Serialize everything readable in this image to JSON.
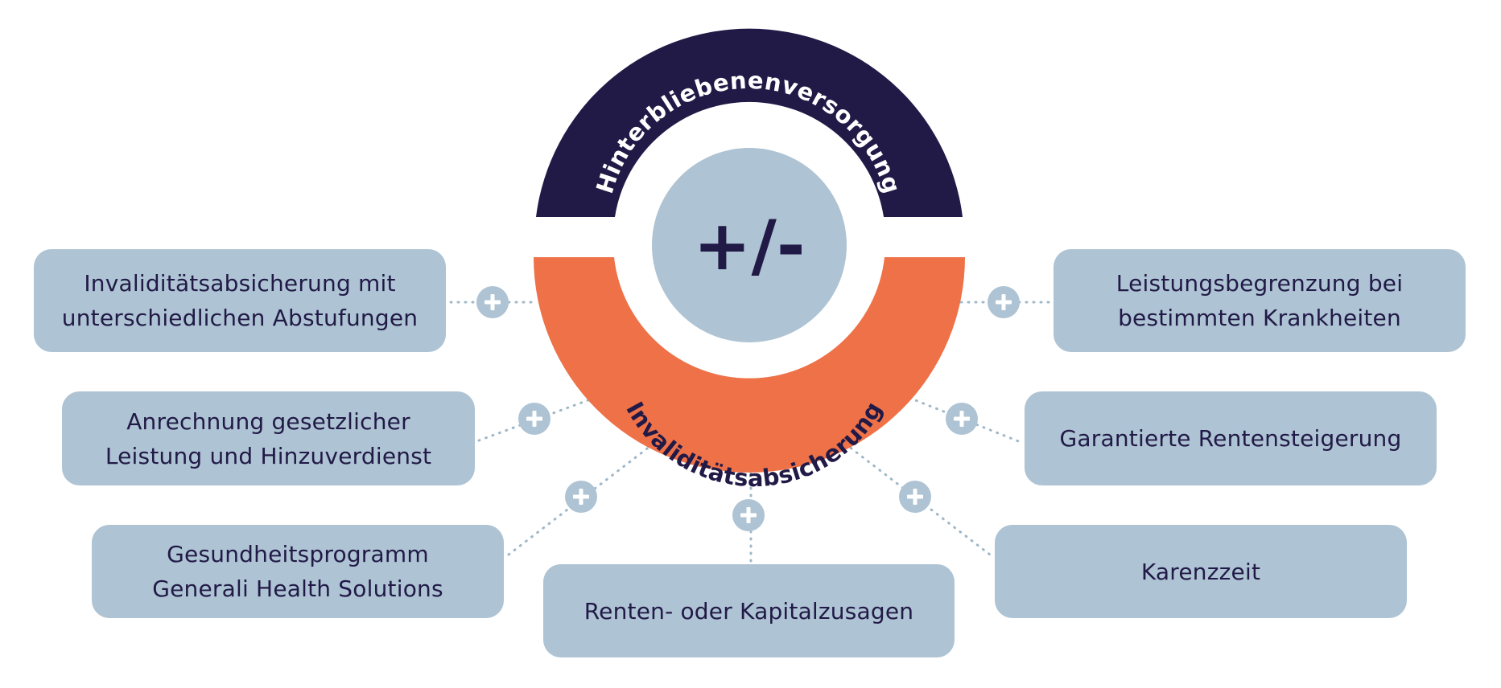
{
  "hub": {
    "top_label": "Hinterbliebenenversorgung",
    "bottom_label": "Invaliditätsabsicherung",
    "center_symbol": "+/-"
  },
  "connector_icon": "plus-icon",
  "colors": {
    "dark": "#211a47",
    "orange": "#ee7148",
    "light": "#aec3d3",
    "dots": "#9fb8c9"
  },
  "features": [
    {
      "id": "invaliditaet-abstufungen",
      "lines": [
        "Invaliditätsabsicherung mit",
        "unterschiedlichen Abstufungen"
      ]
    },
    {
      "id": "anrechnung",
      "lines": [
        "Anrechnung gesetzlicher",
        "Leistung und Hinzuverdienst"
      ]
    },
    {
      "id": "gesundheitsprogramm",
      "lines": [
        "Gesundheitsprogramm",
        "Generali Health Solutions"
      ]
    },
    {
      "id": "renten-kapital",
      "lines": [
        "Renten- oder Kapitalzusagen"
      ]
    },
    {
      "id": "leistungsbegrenzung",
      "lines": [
        "Leistungsbegrenzung bei",
        "bestimmten Krankheiten"
      ]
    },
    {
      "id": "rentensteigerung",
      "lines": [
        "Garantierte Rentensteigerung"
      ]
    },
    {
      "id": "karenzzeit",
      "lines": [
        "Karenzzeit"
      ]
    }
  ]
}
